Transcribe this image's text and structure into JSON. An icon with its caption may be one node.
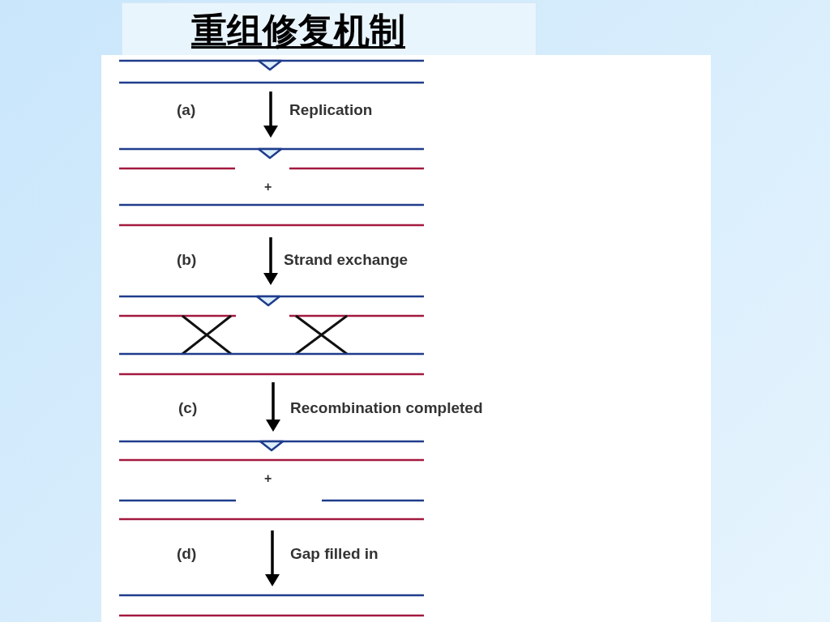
{
  "diagram": {
    "title": "重组修复机制",
    "labels": [
      "(a)",
      "Replication",
      "+",
      "(b)",
      "Strand exchange",
      "(c)",
      "Recombination completed",
      "+",
      "(d)",
      "Gap filled in"
    ]
  }
}
